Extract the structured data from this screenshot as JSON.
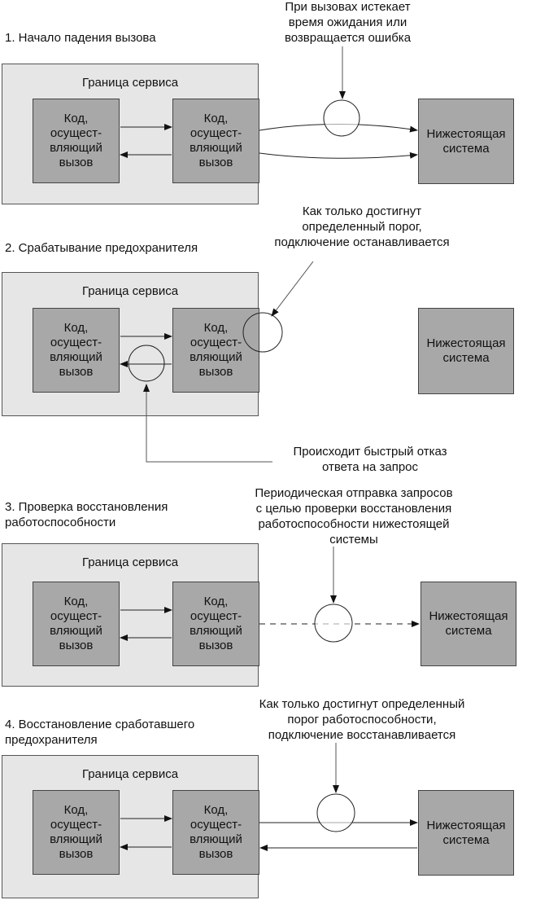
{
  "stages": [
    {
      "title": "1. Начало падения вызова",
      "boundary_label": "Граница сервиса",
      "caller_label": "Код,\nосущест-\nвляющий\nвызов",
      "called_label": "Код,\nосущест-\nвляющий\nвызов",
      "downstream_label": "Нижестоящая\nсистема",
      "note": "При вызовах истекает\nвремя ожидания или\nвозвращается ошибка"
    },
    {
      "title": "2. Срабатывание предохранителя",
      "boundary_label": "Граница сервиса",
      "caller_label": "Код,\nосущест-\nвляющий\nвызов",
      "called_label": "Код,\nосущест-\nвляющий\nвызов",
      "downstream_label": "Нижестоящая\nсистема",
      "note": "Как только достигнут\nопределенный порог,\nподключение останавливается",
      "note2": "Происходит быстрый отказ\nответа на запрос"
    },
    {
      "title": "3. Проверка восстановления\nработоспособности",
      "boundary_label": "Граница сервиса",
      "caller_label": "Код,\nосущест-\nвляющий\nвызов",
      "called_label": "Код,\nосущест-\nвляющий\nвызов",
      "downstream_label": "Нижестоящая\nсистема",
      "note": "Периодическая отправка запросов\nс целью проверки восстановления\nработоспособности нижестоящей\nсистемы"
    },
    {
      "title": "4. Восстановление сработавшего\nпредохранителя",
      "boundary_label": "Граница сервиса",
      "caller_label": "Код,\nосущест-\nвляющий\nвызов",
      "called_label": "Код,\nосущест-\nвляющий\nвызов",
      "downstream_label": "Нижестоящая\nсистема",
      "note": "Как только достигнут определенный\nпорог работоспособности,\nподключение восстанавливается"
    }
  ]
}
